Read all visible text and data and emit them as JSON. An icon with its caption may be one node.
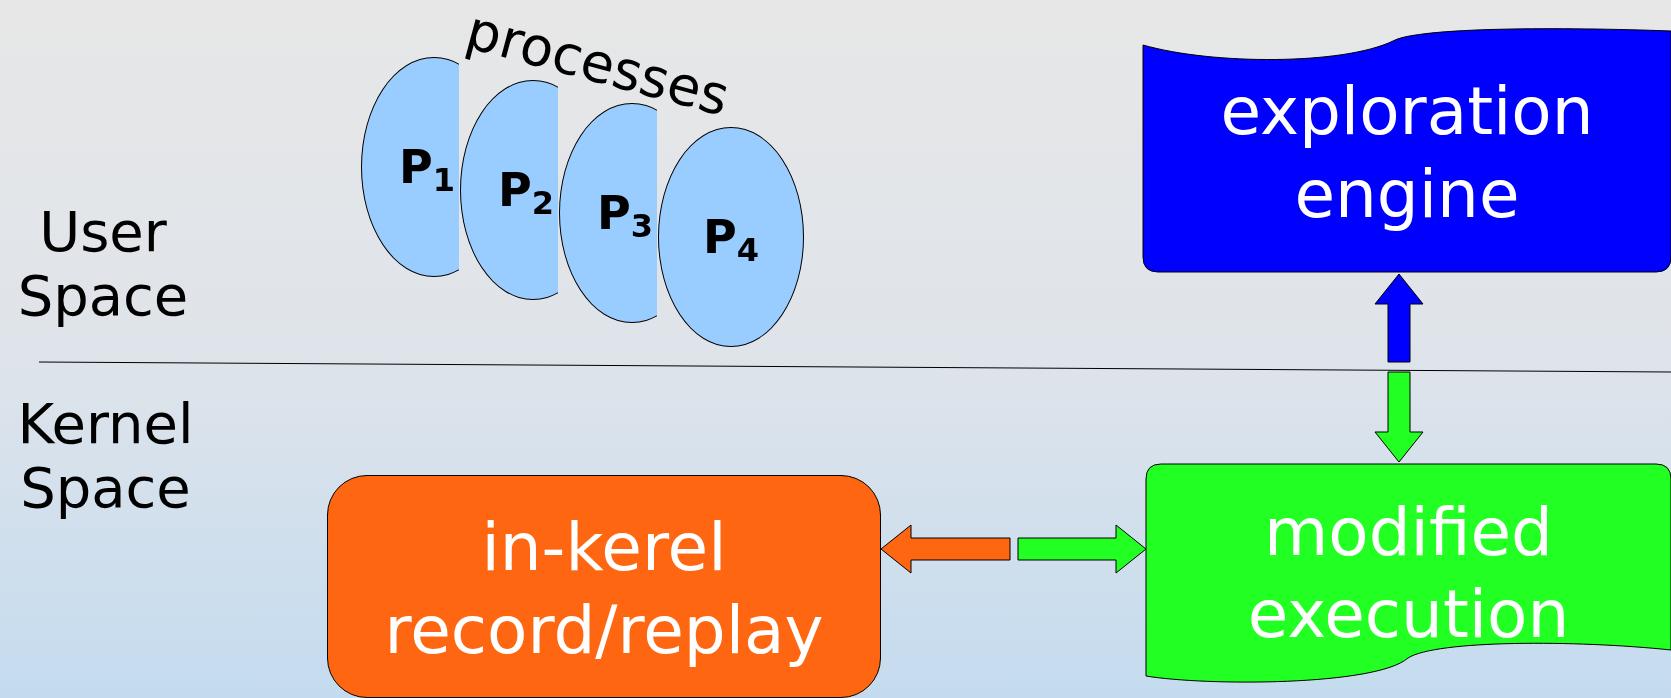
{
  "diagram": {
    "nodes": [
      {
        "text": [
          "P$_{1}$"
        ]
      },
      {
        "text": [
          "P$_{2}$"
        ]
      },
      {
        "text": [
          "P$_{3}$"
        ]
      },
      {
        "text": [
          "P$_{4}$"
        ]
      },
      {
        "text": [
          "exploration engine"
        ]
      },
      {
        "text": [
          "in-kerel record/replay"
        ]
      },
      {
        "text": [
          "modified execution"
        ]
      }
    ],
    "edges": [
      {
        "from": null,
        "to": 4,
        "arrow": "to",
        "color": "#0000ff"
      },
      {
        "from": null,
        "to": 6,
        "arrow": "to",
        "color": "#22ff22"
      },
      {
        "from": null,
        "to": 5,
        "arrow": "to",
        "color": "#ff6611"
      },
      {
        "from": null,
        "to": 6,
        "arrow": "to",
        "color": "#22ff22"
      }
    ],
    "labels": [
      "processes",
      "User Space",
      "Kernel Space"
    ]
  }
}
